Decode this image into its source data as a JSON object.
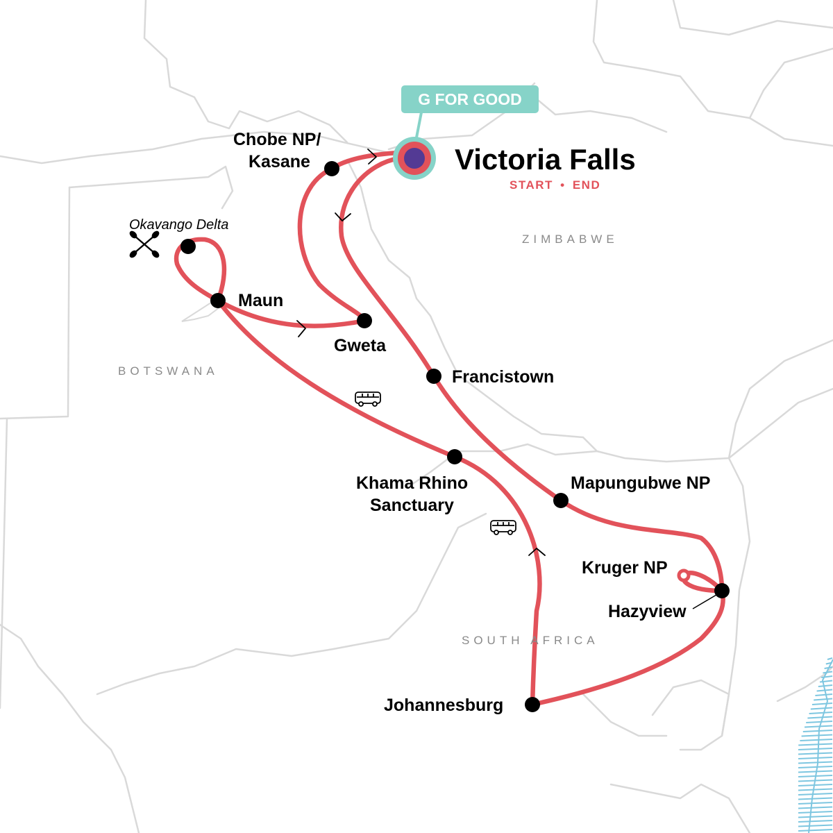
{
  "colors": {
    "route": "#e2525a",
    "border": "#d9d9d9",
    "country_text": "#8a8a8a",
    "stop": "#000000",
    "badge": "#86d3c8",
    "start_inner": "#533a94",
    "start_end_text": "#e2525a",
    "water": "#7dc6e0"
  },
  "badge": {
    "text": "G FOR GOOD"
  },
  "start": {
    "name": "Victoria Falls",
    "start_label": "START",
    "separator": "•",
    "end_label": "END"
  },
  "countries": {
    "zimbabwe": "ZIMBABWE",
    "botswana": "BOTSWANA",
    "south_africa": "SOUTH AFRICA"
  },
  "stops": {
    "chobe_line1": "Chobe NP/",
    "chobe_line2": "Kasane",
    "okavango": "Okavango Delta",
    "maun": "Maun",
    "gweta": "Gweta",
    "francistown": "Francistown",
    "khama_line1": "Khama Rhino",
    "khama_line2": "Sanctuary",
    "mapungubwe": "Mapungubwe NP",
    "kruger": "Kruger NP",
    "hazyview": "Hazyview",
    "johannesburg": "Johannesburg"
  },
  "icons": {
    "kayak": "kayak-paddles-icon",
    "bus": "bus-icon",
    "arrow": "route-direction-arrow-icon"
  }
}
